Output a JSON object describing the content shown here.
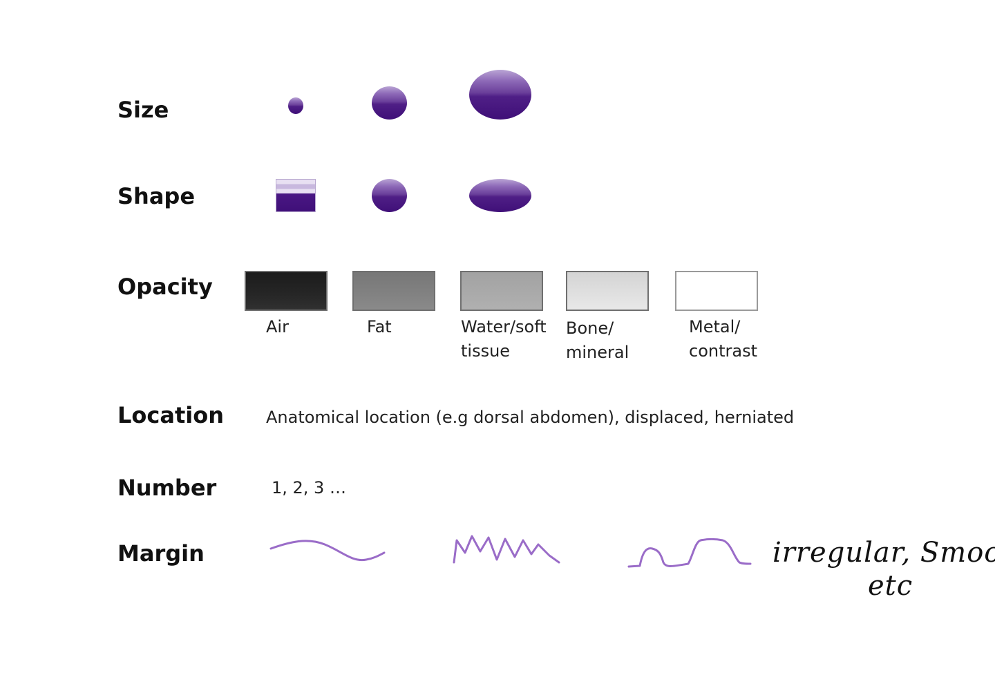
{
  "rows": {
    "size": {
      "label": "Size"
    },
    "shape": {
      "label": "Shape"
    },
    "opacity": {
      "label": "Opacity",
      "items": [
        {
          "line1": "Air",
          "line2": "",
          "color": "#262626"
        },
        {
          "line1": "Fat",
          "line2": "",
          "color": "#808080"
        },
        {
          "line1": "Water/soft",
          "line2": "tissue",
          "color": "#a9a9a9"
        },
        {
          "line1": "Bone/",
          "line2": "mineral",
          "color": "#dedede"
        },
        {
          "line1": "Metal/",
          "line2": "contrast",
          "color": "#ffffff"
        }
      ]
    },
    "location": {
      "label": "Location",
      "text": "Anatomical location (e.g dorsal abdomen), displaced, herniated"
    },
    "number": {
      "label": "Number",
      "text": "1, 2, 3 …"
    },
    "margin": {
      "label": "Margin",
      "note_line1": "irregular, Smooth",
      "note_line2": "etc"
    }
  },
  "colors": {
    "accent_purple": "#4f1f86",
    "margin_line": "#9a6cc8"
  },
  "icons": {
    "size_shapes": [
      "small-circle-icon",
      "medium-circle-icon",
      "large-ellipse-icon"
    ],
    "shape_shapes": [
      "square-icon",
      "circle-icon",
      "oval-icon"
    ],
    "margin_shapes": [
      "smooth-wave-icon",
      "jagged-wave-icon",
      "bumpy-wave-icon"
    ]
  }
}
